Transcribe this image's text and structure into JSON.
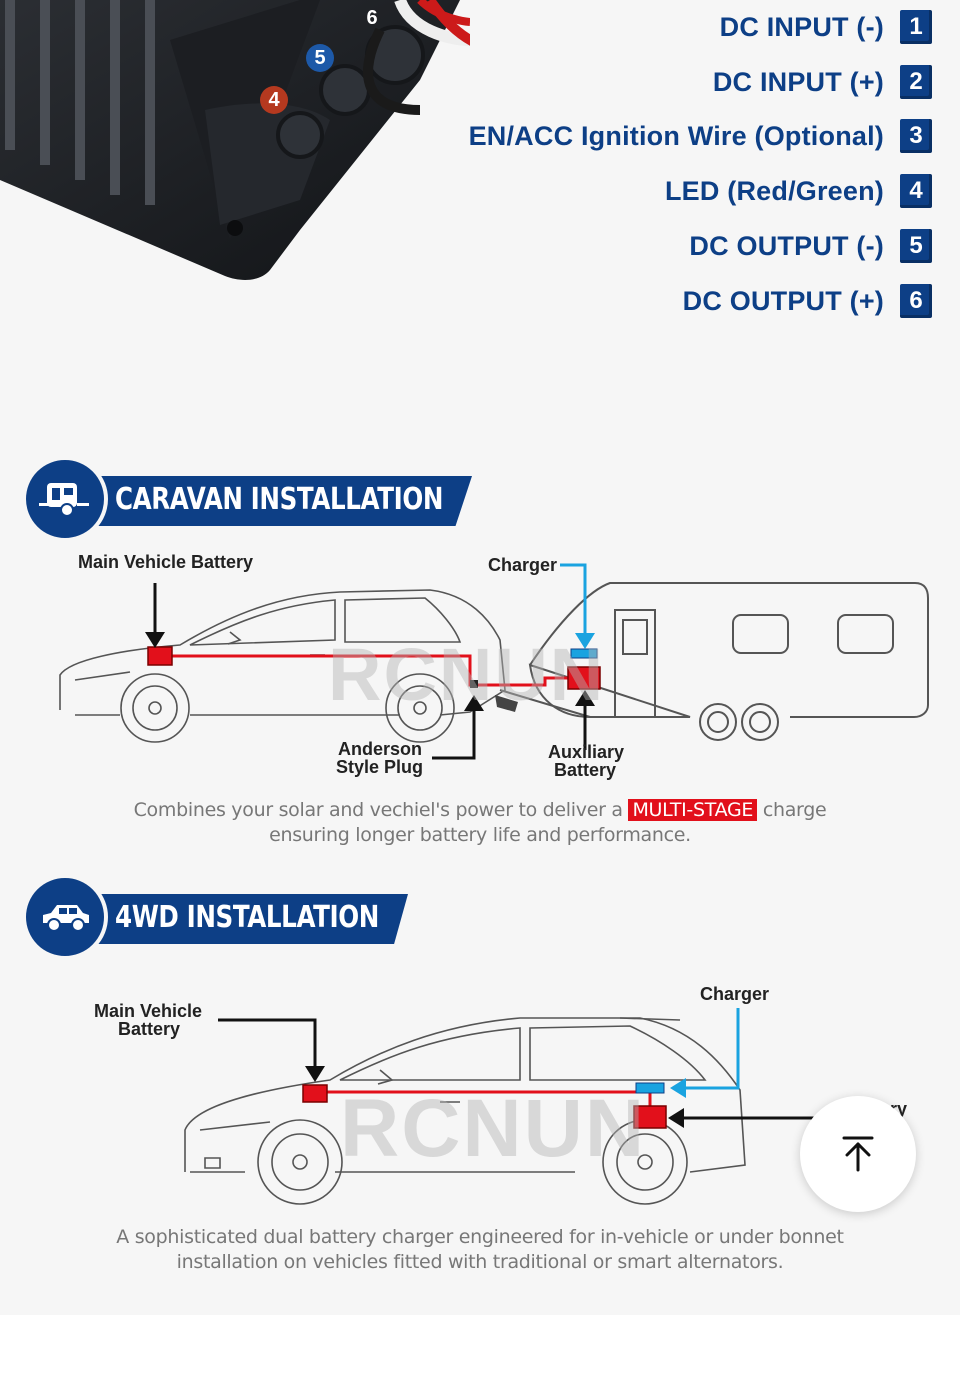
{
  "legend": [
    {
      "label": "DC INPUT (-)",
      "num": "1"
    },
    {
      "label": "DC INPUT (+)",
      "num": "2"
    },
    {
      "label": "EN/ACC Ignition Wire (Optional)",
      "num": "3"
    },
    {
      "label": "LED (Red/Green)",
      "num": "4"
    },
    {
      "label": "DC OUTPUT (-)",
      "num": "5"
    },
    {
      "label": "DC OUTPUT (+)",
      "num": "6"
    }
  ],
  "device_pins": [
    "6",
    "5",
    "4"
  ],
  "caravan": {
    "title": "CARAVAN INSTALLATION",
    "icon": "caravan-icon",
    "main_battery": "Main Vehicle Battery",
    "charger": "Charger",
    "plug_line1": "Anderson",
    "plug_line2": "Style Plug",
    "aux_line1": "Auxiliary",
    "aux_line2": "Battery",
    "watermark": "RCNUN",
    "caption_before": "Combines your solar and vechiel's power to deliver a",
    "caption_highlight": "MULTI-STAGE",
    "caption_after": "charge",
    "caption_line2": "ensuring longer battery life and performance."
  },
  "fourwd": {
    "title": "4WD INSTALLATION",
    "icon": "car-icon",
    "main_line1": "Main Vehicle",
    "main_line2": "Battery",
    "charger": "Charger",
    "watermark": "RCNUN",
    "partial_label": "ry",
    "caption_line1": "A sophisticated dual battery charger engineered for in-vehicle or under bonnet",
    "caption_line2": "installation on vehicles fitted with traditional or smart alternators."
  },
  "scroll_top": {
    "icon": "arrow-up-to-top-icon"
  },
  "colors": {
    "brand_blue": "#0d3f86",
    "battery_red": "#e2101b",
    "charger_cyan": "#1aa3e0"
  }
}
